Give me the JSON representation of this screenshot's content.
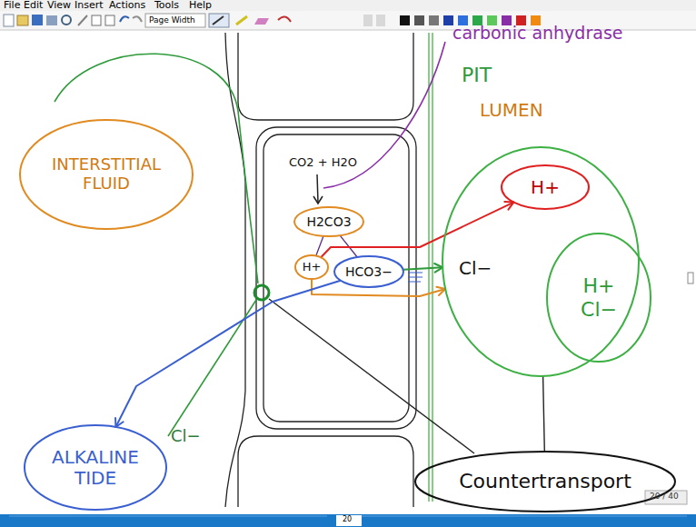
{
  "diagram": {
    "nodes": [
      {
        "text": [
          "INTERSTITIAL FLUID"
        ]
      },
      {
        "text": [
          "H2CO3"
        ]
      },
      {
        "text": [
          "H+"
        ]
      },
      {
        "text": [
          "HCO3−"
        ]
      },
      {
        "text": [
          "Cl−"
        ]
      },
      {
        "text": [
          "H+"
        ],
        "in": 4
      },
      {
        "text": [
          "H+ Cl−"
        ],
        "in": 4
      },
      {
        "text": [
          "ALKALINE TIDE"
        ]
      },
      {
        "text": [
          "Countertransport"
        ]
      }
    ],
    "edges": [
      {
        "from": 1,
        "to": 2,
        "arrow": "none"
      },
      {
        "from": 1,
        "to": 3,
        "arrow": "none"
      },
      {
        "from": 2,
        "to": 5,
        "arrow": "to"
      },
      {
        "from": 2,
        "to": 4,
        "arrow": "to"
      },
      {
        "from": 3,
        "to": 4,
        "arrow": "to"
      },
      {
        "from": 3,
        "to": 7,
        "arrow": "to"
      },
      {
        "from": 8,
        "to": 4,
        "arrow": "none"
      }
    ],
    "labels": [
      "File",
      "Edit",
      "View",
      "Insert",
      "Actions",
      "Tools",
      "Help",
      "Page Width",
      "carbonic anhydrase",
      "PIT",
      "LUMEN",
      "CO2 + H2O",
      "Cl−",
      "20 / 40",
      "20"
    ]
  }
}
